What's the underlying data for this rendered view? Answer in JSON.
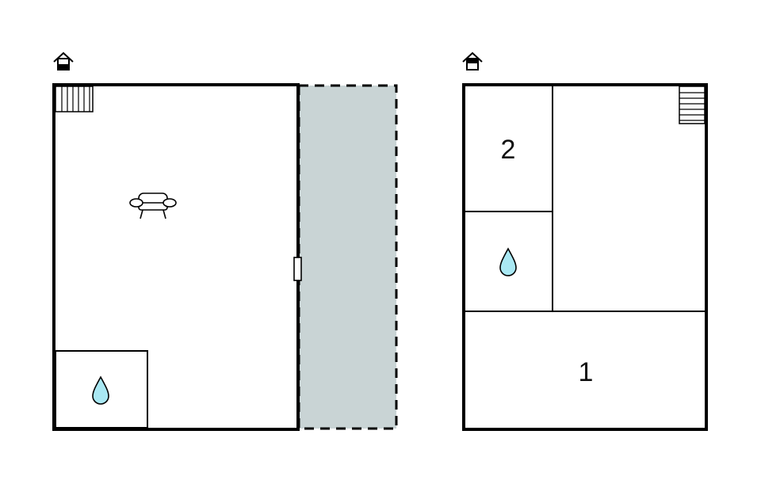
{
  "plans": [
    {
      "name": "ground-floor",
      "level_icon": "house-floor-ground-icon",
      "rooms": [
        {
          "name": "living-room",
          "icon": "armchair-icon",
          "label": ""
        },
        {
          "name": "bathroom",
          "icon": "water-drop-icon",
          "label": ""
        }
      ],
      "terrace": {
        "name": "terrace",
        "fill": "#c9d4d5",
        "style": "dashed"
      },
      "stairs": "staircase-icon",
      "door": "door-icon"
    },
    {
      "name": "upper-floor",
      "level_icon": "house-floor-upper-icon",
      "rooms": [
        {
          "name": "bedroom-2",
          "label": "2"
        },
        {
          "name": "bathroom",
          "icon": "water-drop-icon",
          "label": ""
        },
        {
          "name": "open-room",
          "label": ""
        },
        {
          "name": "bedroom-1",
          "label": "1"
        }
      ],
      "stairs": "staircase-icon"
    }
  ],
  "colors": {
    "wall": "#000000",
    "terrace": "#c9d4d5",
    "water": "#a9e8f3",
    "background": "#ffffff"
  }
}
